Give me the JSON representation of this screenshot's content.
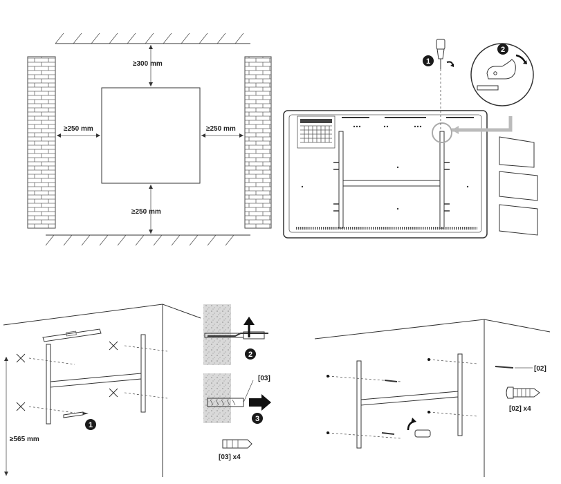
{
  "clearances": {
    "top": "≥300 mm",
    "left": "≥250 mm",
    "right": "≥250 mm",
    "bottom": "≥250 mm"
  },
  "mounting": {
    "height": "≥565 mm",
    "anchor_ref": "[03]",
    "anchor_qty": "[03] x4",
    "screw_ref": "[02]",
    "screw_qty": "[02] x4"
  },
  "steps": {
    "one": "1",
    "two": "2",
    "three": "3"
  },
  "colors": {
    "line": "#333333",
    "badge": "#1a1a1a",
    "accent": "#c8c8c8"
  }
}
